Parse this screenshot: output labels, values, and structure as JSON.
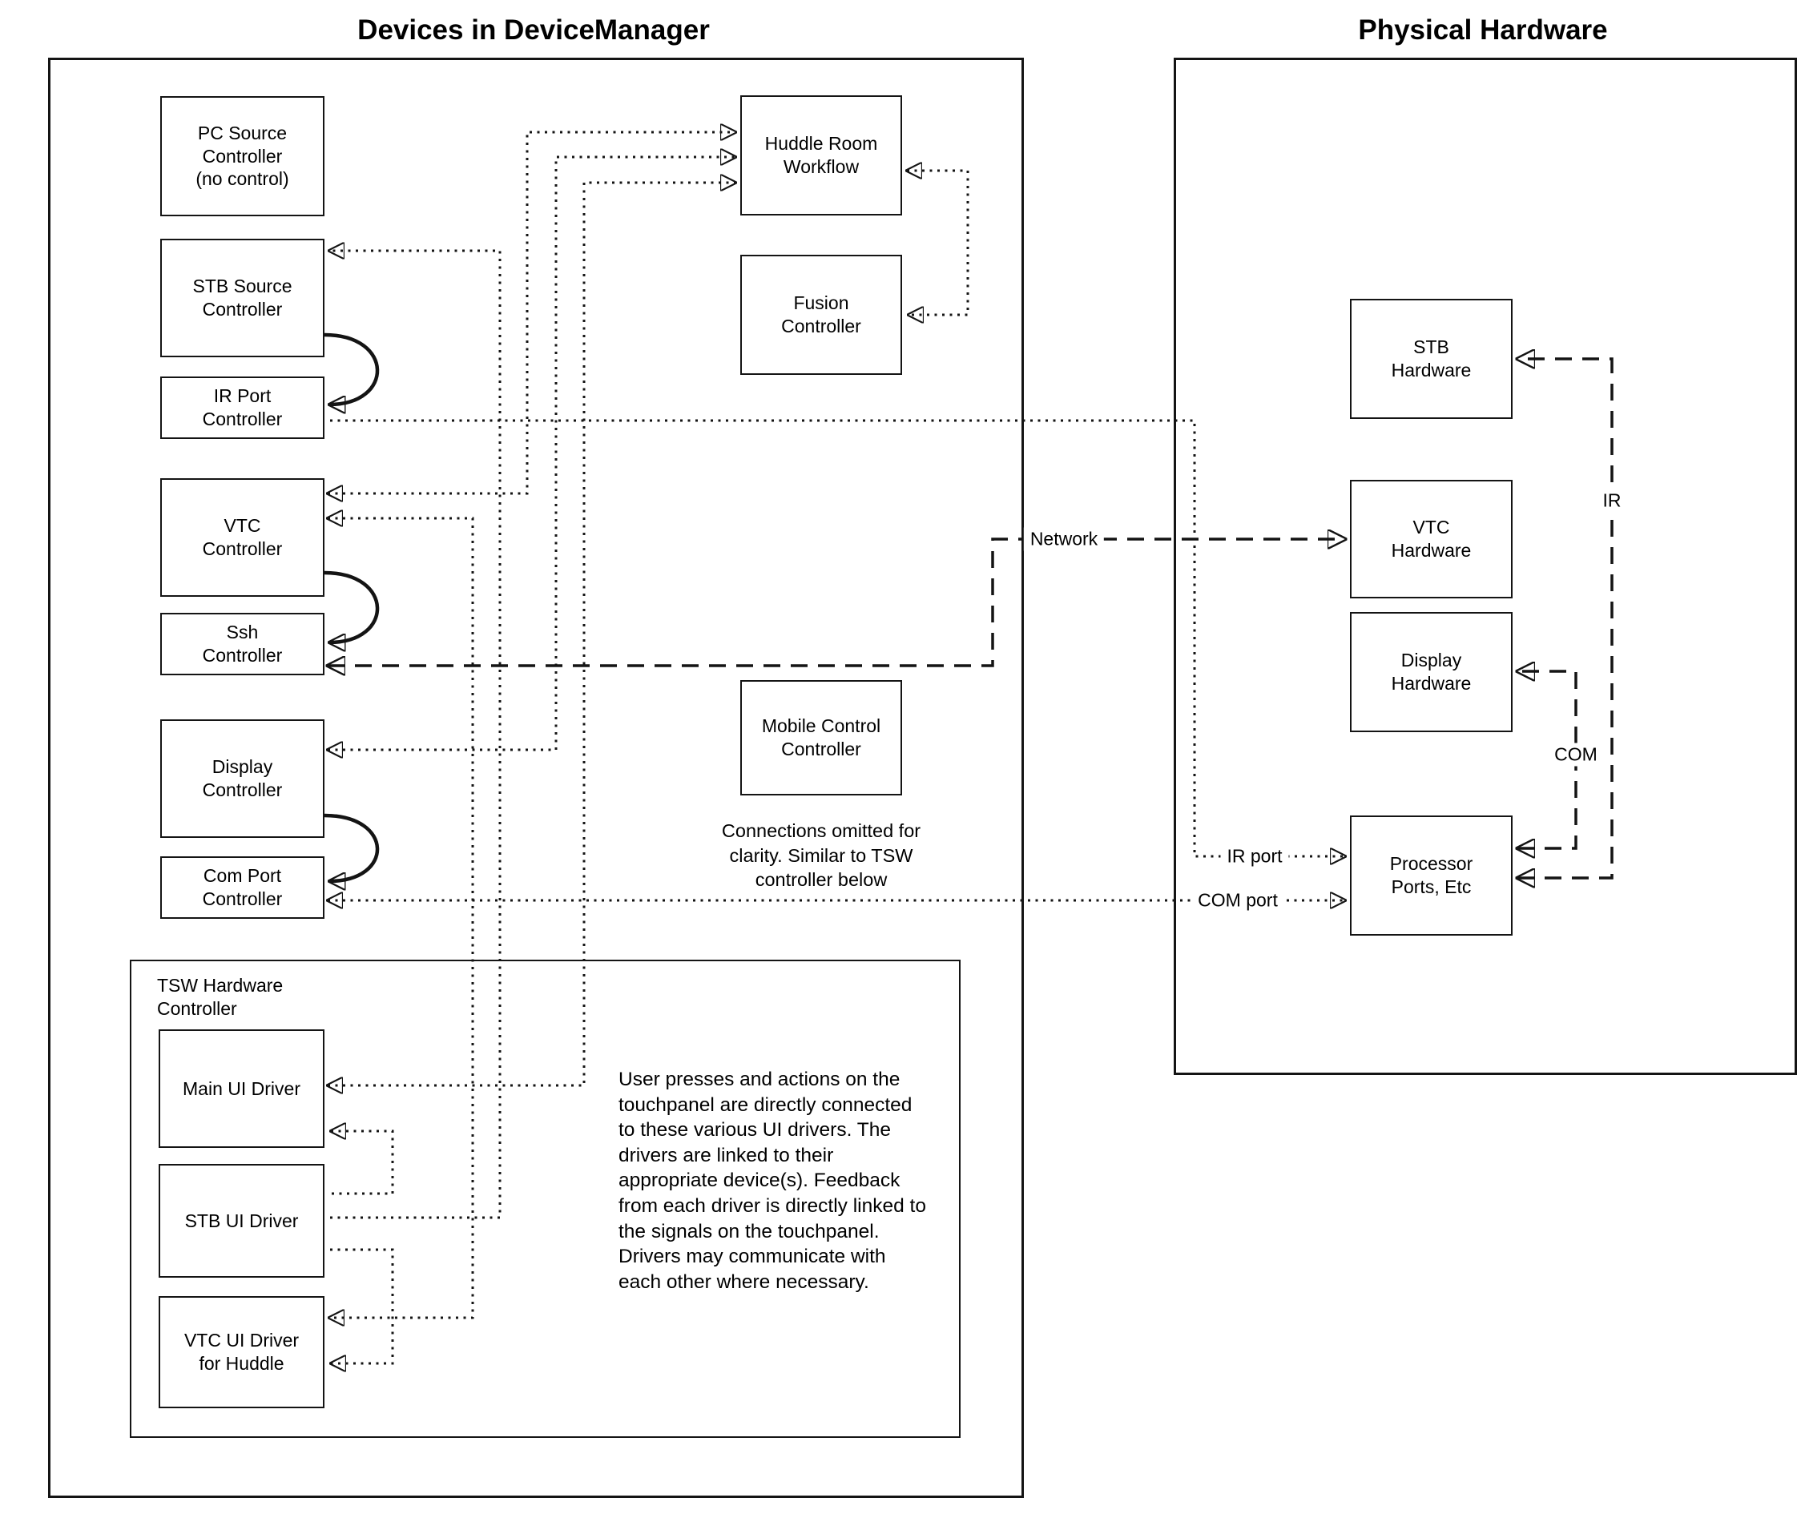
{
  "diagram": {
    "left_title": "Devices in DeviceManager",
    "right_title": "Physical Hardware",
    "nodes": {
      "pc_source": {
        "label": "PC Source\nController\n(no control)"
      },
      "stb_source": {
        "label": "STB Source\nController"
      },
      "ir_port": {
        "label": "IR Port\nController"
      },
      "vtc": {
        "label": "VTC\nController"
      },
      "ssh": {
        "label": "Ssh\nController"
      },
      "display": {
        "label": "Display\nController"
      },
      "com_port": {
        "label": "Com Port\nController"
      },
      "huddle": {
        "label": "Huddle Room\nWorkflow"
      },
      "fusion": {
        "label": "Fusion\nController"
      },
      "mobile": {
        "label": "Mobile Control\nController"
      },
      "main_ui": {
        "label": "Main UI Driver"
      },
      "stb_ui": {
        "label": "STB UI Driver"
      },
      "vtc_ui": {
        "label": "VTC UI Driver\nfor Huddle"
      },
      "stb_hw": {
        "label": "STB\nHardware"
      },
      "vtc_hw": {
        "label": "VTC\nHardware"
      },
      "display_hw": {
        "label": "Display\nHardware"
      },
      "processor": {
        "label": "Processor\nPorts, Etc"
      }
    },
    "texts": {
      "tsw_label": "TSW Hardware\nController",
      "mobile_note": "Connections omitted for\nclarity. Similar to TSW\ncontroller below",
      "tsw_paragraph": "User presses and actions on the touchpanel are directly connected to these various UI drivers.  The drivers are linked to their appropriate device(s). Feedback from each driver is directly linked to the signals on the touchpanel. Drivers may communicate with each other where necessary."
    },
    "line_labels": {
      "network": "Network",
      "ir": "IR",
      "com": "COM",
      "ir_port": "IR port",
      "com_port": "COM port"
    },
    "colors": {
      "line": "#141414",
      "background": "#ffffff"
    }
  }
}
